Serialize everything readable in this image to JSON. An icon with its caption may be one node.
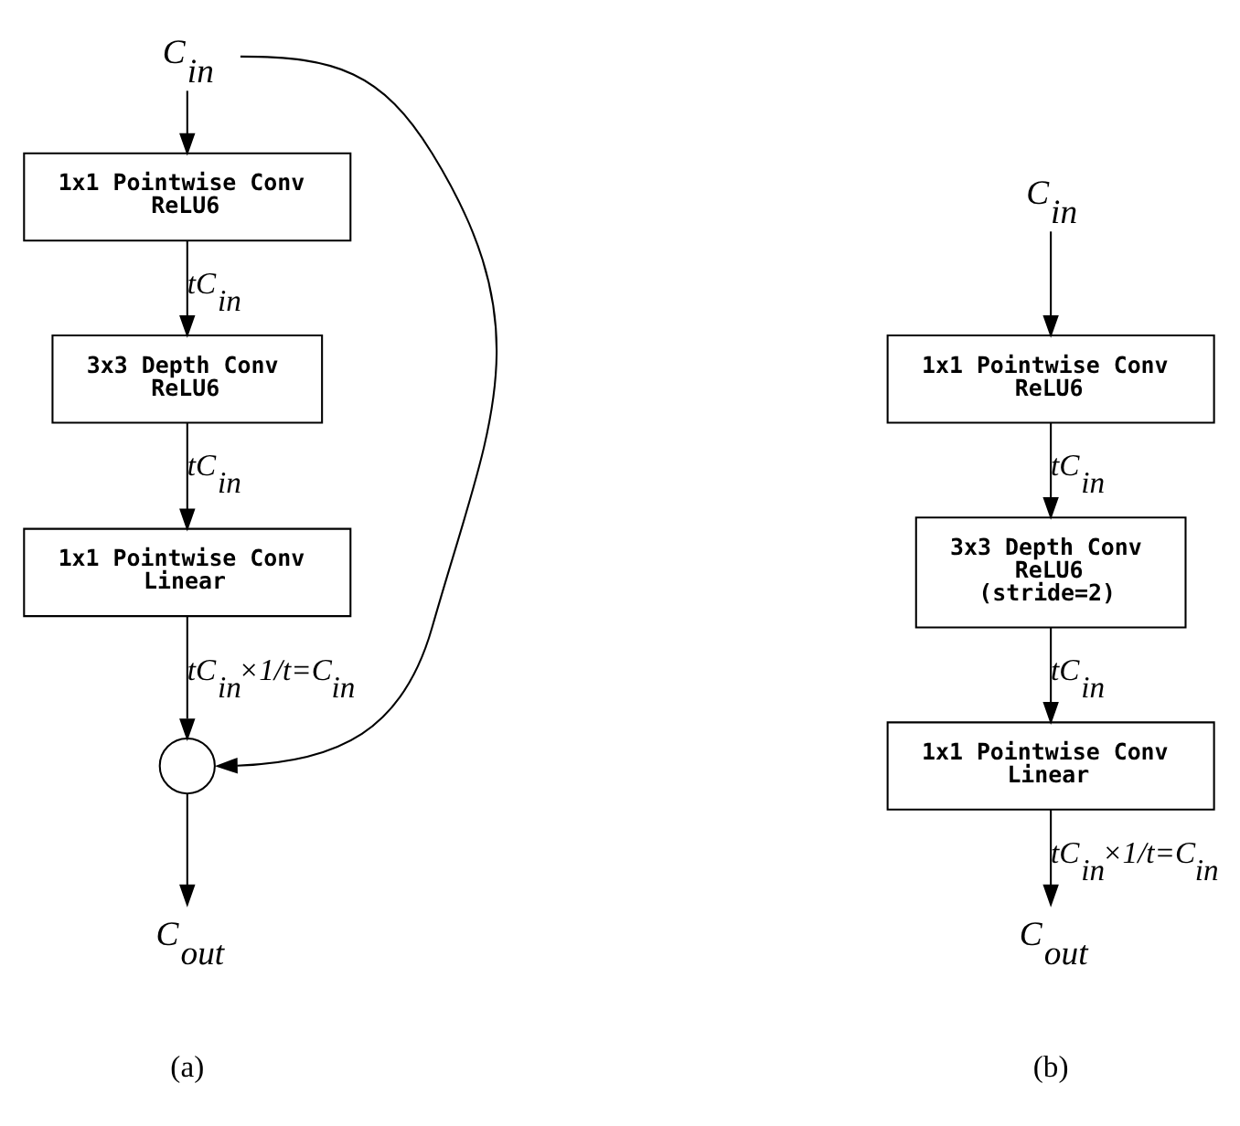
{
  "diagram": {
    "nodes": [
      {
        "text": [
          "C$_{in}$"
        ]
      },
      {
        "text": [
          "1x1 Pointwise Conv",
          "ReLU6"
        ]
      },
      {
        "text": [
          "3x3 Depth Conv",
          "ReLU6"
        ]
      },
      {
        "text": [
          "1x1 Pointwise Conv",
          "Linear"
        ]
      },
      {
        "text": [],
        "shape": "circle"
      },
      {
        "text": [
          "C$_{out}$"
        ]
      },
      {
        "text": [
          "C$_{in}$"
        ]
      },
      {
        "text": [
          "1x1 Pointwise Conv",
          "ReLU6"
        ]
      },
      {
        "text": [
          "3x3 Depth Conv",
          "ReLU6",
          "(stride=2)"
        ]
      },
      {
        "text": [
          "1x1 Pointwise Conv",
          "Linear"
        ]
      },
      {
        "text": [
          "C$_{out}$"
        ]
      }
    ],
    "edges": [
      {
        "from": 0,
        "to": 1,
        "arrow": "to"
      },
      {
        "from": 1,
        "to": 2,
        "arrow": "to",
        "label": "tC$_{in}$"
      },
      {
        "from": 2,
        "to": 3,
        "arrow": "to",
        "label": "tC$_{in}$"
      },
      {
        "from": 3,
        "to": 4,
        "arrow": "to",
        "label": "tC$_{in}$×1/t=C$_{in}$"
      },
      {
        "from": 4,
        "to": 5,
        "arrow": "to"
      },
      {
        "from": 0,
        "to": 4,
        "arrow": "to"
      },
      {
        "from": 6,
        "to": 7,
        "arrow": "to"
      },
      {
        "from": 7,
        "to": 8,
        "arrow": "to",
        "label": "tC$_{in}$"
      },
      {
        "from": 8,
        "to": 9,
        "arrow": "to",
        "label": "tC$_{in}$"
      },
      {
        "from": 9,
        "to": 10,
        "arrow": "to",
        "label": "tC$_{in}$×1/t=C$_{in}$"
      }
    ],
    "labels": [
      "(a)",
      "(b)"
    ]
  }
}
